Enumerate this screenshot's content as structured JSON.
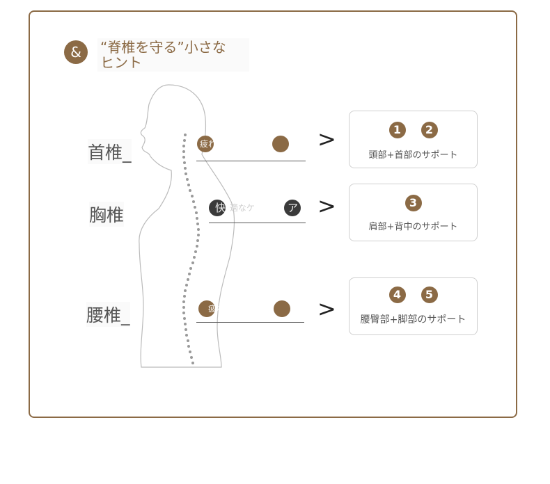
{
  "title": {
    "badge": "&",
    "line1": "“脊椎を守る”小さな",
    "line2": "ヒント"
  },
  "spine": {
    "neck_label": "首椎_",
    "chest_label": "胸椎",
    "lumbar_label": "腰椎_"
  },
  "tags": {
    "neck": "疲れやすい部位",
    "chest_start": "快",
    "chest_mid": "適なケ",
    "chest_end": "ア",
    "lumbar": "疲れやすい部位"
  },
  "supports": [
    {
      "numbers": [
        "1",
        "2"
      ],
      "caption": "頭部+首部のサポート"
    },
    {
      "numbers": [
        "3"
      ],
      "caption": "肩部+背中のサポート"
    },
    {
      "numbers": [
        "4",
        "5"
      ],
      "caption": "腰臀部+脚部のサポート"
    }
  ],
  "arrow_symbol": ">",
  "colors": {
    "accent": "#8b6a45",
    "dark_dot": "#3a3a3a"
  }
}
